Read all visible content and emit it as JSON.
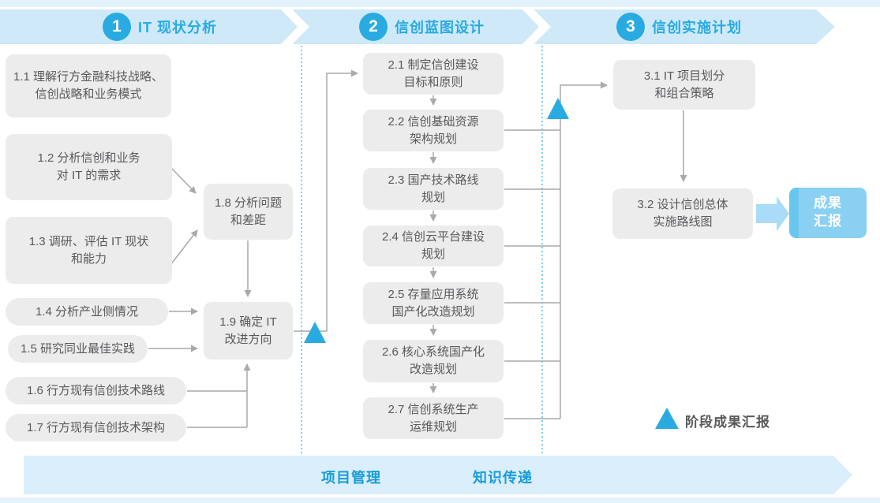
{
  "colors": {
    "accent_blue": "#29abe2",
    "band_blue": "#cfe9f8",
    "band_strip": "#e4f2fb",
    "bottom_band": "#daeefb",
    "bottom_text": "#189cd8",
    "box_bg": "#ececed",
    "box_text": "#58595b",
    "connector_gray": "#a7a9ac",
    "result_bg": "#8ad0f2",
    "result_stripe": "#69c6ef"
  },
  "phases": [
    {
      "number": "1",
      "title": "IT 现状分析"
    },
    {
      "number": "2",
      "title": "信创蓝图设计"
    },
    {
      "number": "3",
      "title": "信创实施计划"
    }
  ],
  "boxes": {
    "b11": "1.1 理解行方金融科技战略、\n信创战略和业务模式",
    "b12": "1.2 分析信创和业务\n对 IT 的需求",
    "b13": "1.3 调研、评估 IT 现状\n和能力",
    "b14": "1.4 分析产业侧情况",
    "b15": "1.5 研究同业最佳实践",
    "b16": "1.6 行方现有信创技术路线",
    "b17": "1.7 行方现有信创技术架构",
    "b18": "1.8 分析问题\n和差距",
    "b19": "1.9 确定 IT\n改进方向",
    "b21": "2.1 制定信创建设\n目标和原则",
    "b22": "2.2 信创基础资源\n架构规划",
    "b23": "2.3 国产技术路线\n规划",
    "b24": "2.4 信创云平台建设\n规划",
    "b25": "2.5 存量应用系统\n国产化改造规划",
    "b26": "2.6 核心系统国产化\n改造规划",
    "b27": "2.7 信创系统生产\n运维规划",
    "b31": "3.1 IT 项目划分\n和组合策略",
    "b32": "3.2 设计信创总体\n实施路线图"
  },
  "result_box": "成果\n汇报",
  "legend": {
    "label": "阶段成果汇报"
  },
  "bottom_band": {
    "item1": "项目管理",
    "item2": "知识传递"
  }
}
